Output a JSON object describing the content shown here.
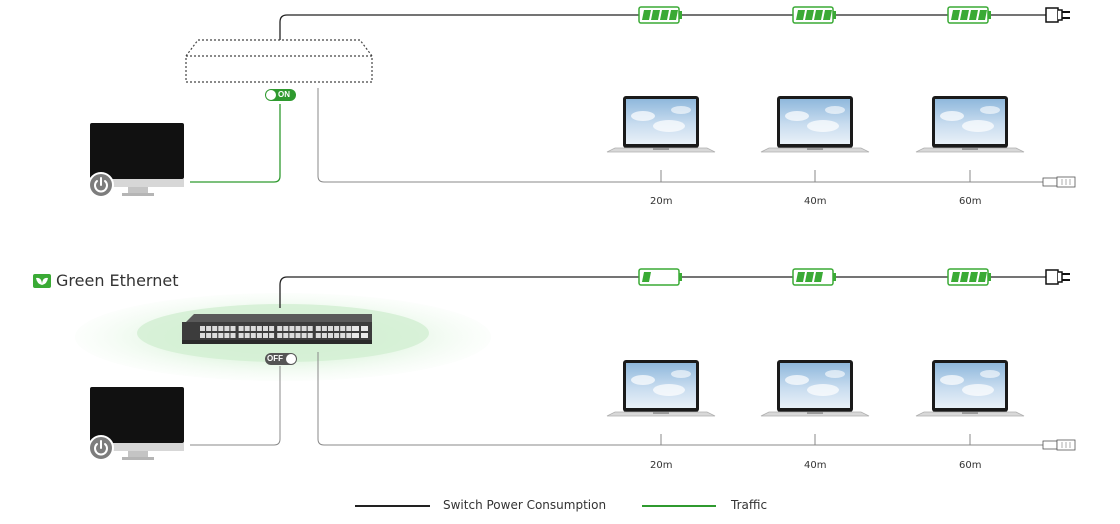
{
  "top": {
    "toggle_label": "ON",
    "distances": [
      "20m",
      "40m",
      "60m"
    ]
  },
  "bottom": {
    "title": "Green Ethernet",
    "toggle_label": "OFF",
    "distances": [
      "20m",
      "40m",
      "60m"
    ]
  },
  "legend": {
    "black_label": "Switch Power Consumption",
    "green_label": "Traffic"
  },
  "colors": {
    "traffic_green": "#2f9a2f",
    "battery_green": "#3aaa35",
    "line_black": "#222222",
    "cable_gray": "#888888",
    "toggle_gray": "#555555"
  },
  "batteries": {
    "top": [
      4,
      4,
      4
    ],
    "bottom": [
      1,
      3,
      4
    ],
    "max_cells": 4
  }
}
